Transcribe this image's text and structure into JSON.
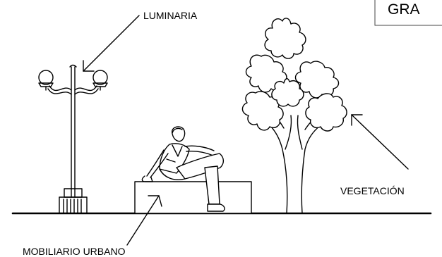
{
  "title_box": {
    "text": "GRA"
  },
  "labels": {
    "luminaria": "LUMINARIA",
    "vegetacion": "VEGETACIÓN",
    "mobiliario": "MOBILIARIO URBANO"
  },
  "colors": {
    "ink": "#000000",
    "background": "#ffffff"
  }
}
